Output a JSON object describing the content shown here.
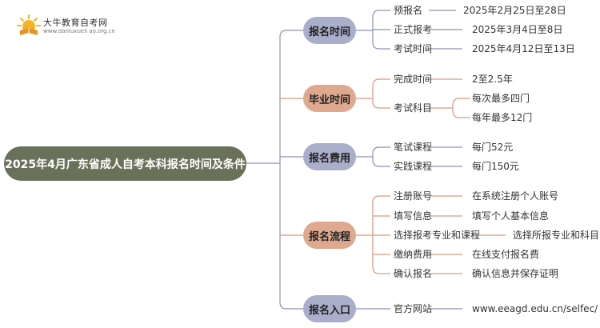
{
  "logo": {
    "name": "大牛教育自考网",
    "url": "www.daniuxueli ao.org.cn",
    "colors": {
      "sun": "#f5b324",
      "book": "#e8902a"
    }
  },
  "root": {
    "label": "2025年4月广东省成人自考本科报名时间及条件"
  },
  "colors": {
    "root": "#6a7159",
    "blue": "#a9aeca",
    "orange": "#dfa98f",
    "line_blue": "#8d92b4",
    "line_orange": "#d79a7e"
  },
  "categories": [
    {
      "label": "报名时间",
      "color": "blue",
      "items": [
        {
          "label": "预报名",
          "value": "2025年2月25日至28日"
        },
        {
          "label": "正式报考",
          "value": "2025年3月4日至8日"
        },
        {
          "label": "考试时间",
          "value": "2025年4月12日至13日"
        }
      ]
    },
    {
      "label": "毕业时间",
      "color": "orange",
      "items": [
        {
          "label": "完成时间",
          "value": "2至2.5年"
        },
        {
          "label": "考试科目",
          "values": [
            "每次最多四门",
            "每年最多12门"
          ]
        }
      ]
    },
    {
      "label": "报名费用",
      "color": "blue",
      "items": [
        {
          "label": "笔试课程",
          "value": "每门52元"
        },
        {
          "label": "实践课程",
          "value": "每门150元"
        }
      ]
    },
    {
      "label": "报名流程",
      "color": "orange",
      "items": [
        {
          "label": "注册账号",
          "value": "在系统注册个人账号"
        },
        {
          "label": "填写信息",
          "value": "填写个人基本信息"
        },
        {
          "label": "选择报考专业和课程",
          "value": "选择所报专业和科目"
        },
        {
          "label": "缴纳费用",
          "value": "在线支付报名费"
        },
        {
          "label": "确认报名",
          "value": "确认信息并保存证明"
        }
      ]
    },
    {
      "label": "报名入口",
      "color": "blue",
      "items": [
        {
          "label": "官方网站",
          "value": "www.eeagd.edu.cn/selfec/"
        }
      ]
    }
  ]
}
